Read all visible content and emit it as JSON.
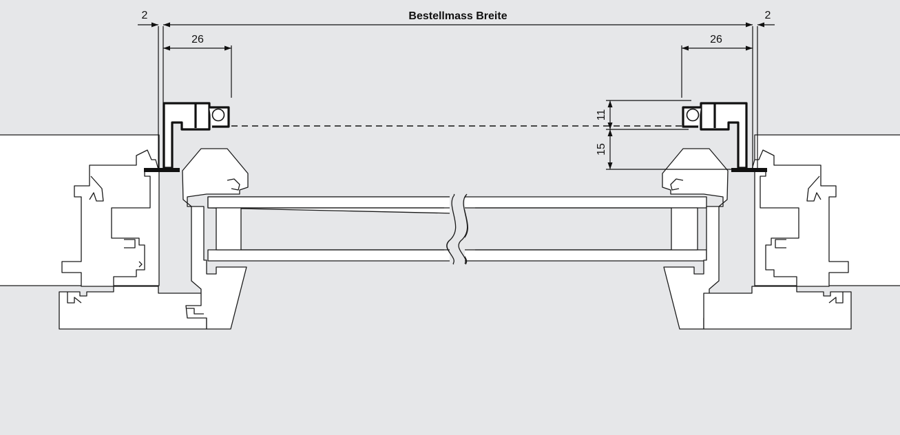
{
  "title": "Bestellmass Breite",
  "dimensions": {
    "gap_left": "2",
    "gap_right": "2",
    "depth_left": "26",
    "depth_right": "26",
    "height_top": "11",
    "height_bottom": "15"
  },
  "colors": {
    "background": "#e6e7e9",
    "profile_fill": "#ffffff",
    "line": "#111111"
  }
}
